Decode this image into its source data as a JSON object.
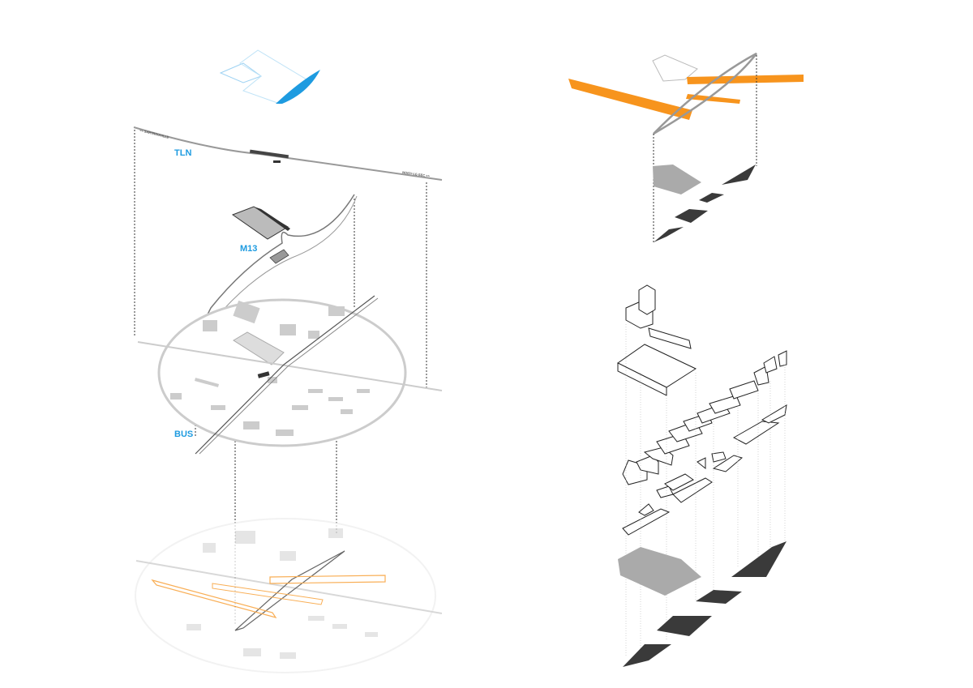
{
  "labels": {
    "tln": "TLN",
    "m13": "M13",
    "bus": "BUS",
    "rail_west": "<< SARTROUVILLE",
    "rail_east": "NOISY-LE-SEC >>"
  },
  "colors": {
    "accent_blue": "#1e9be0",
    "accent_orange": "#f7941d",
    "dark_fill": "#3a3a3a",
    "mid_gray": "#a8a8a8",
    "light_gray": "#d6d6d6"
  }
}
